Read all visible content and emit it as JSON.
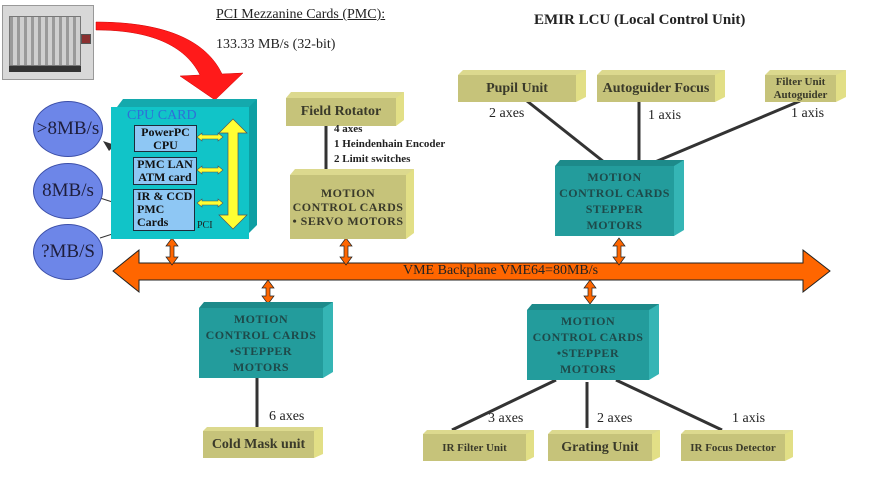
{
  "title": "EMIR LCU (Local Control Unit)",
  "pmc_header": {
    "heading": "PCI Mezzanine Cards (PMC):",
    "speed": "133.33 MB/s (32-bit)"
  },
  "rack_image": {
    "icon": "vme-rack-icon"
  },
  "cpu_card": {
    "title": "CPU CARD",
    "pci_label": "PCI",
    "modules": [
      {
        "line1": "PowerPC",
        "line2": "CPU"
      },
      {
        "line1": "PMC LAN",
        "line2": "ATM card"
      },
      {
        "line1": "IR & CCD",
        "line2": "PMC",
        "line3": "Cards"
      }
    ]
  },
  "bandwidth_bubbles": [
    {
      "label": ">8MB/s"
    },
    {
      "label": "8MB/s"
    },
    {
      "label": "?MB/S"
    }
  ],
  "backplane": {
    "label": "VME Backplane VME64=80MB/s"
  },
  "field_rotator": {
    "name": "Field Rotator",
    "details": [
      "4 axes",
      "1 Heindenhain Encoder",
      "2 Limit switches"
    ],
    "controller": {
      "line1": "MOTION",
      "line2": "CONTROL CARDS",
      "line3": "• SERVO MOTORS"
    }
  },
  "top_right_group": {
    "controller": {
      "line1": "MOTION",
      "line2": "CONTROL CARDS",
      "line3": "STEPPER",
      "line4": "MOTORS"
    },
    "units": [
      {
        "name": "Pupil Unit",
        "axes": "2 axes"
      },
      {
        "name": "Autoguider Focus",
        "axes": "1 axis"
      },
      {
        "name_line1": "Filter Unit",
        "name_line2": "Autoguider",
        "axes": "1 axis"
      }
    ]
  },
  "bottom_left_group": {
    "controller": {
      "line1": "MOTION",
      "line2": "CONTROL CARDS",
      "line3": "•STEPPER",
      "line4": "MOTORS"
    },
    "unit": {
      "name": "Cold Mask unit",
      "axes": "6 axes"
    }
  },
  "bottom_right_group": {
    "controller": {
      "line1": "MOTION",
      "line2": "CONTROL CARDS",
      "line3": "•STEPPER",
      "line4": "MOTORS"
    },
    "units": [
      {
        "name": "IR Filter Unit",
        "axes": "3 axes"
      },
      {
        "name": "Grating Unit",
        "axes": "2 axes"
      },
      {
        "name": "IR Focus Detector",
        "axes": "1 axis"
      }
    ]
  },
  "colors": {
    "olive_box": "#c6c37a",
    "teal_box": "#239c9c",
    "cpu_card": "#11c4c8",
    "bus_orange": "#ff6600",
    "yellow_bus": "#ffff33",
    "bubble_blue": "#6d86e8",
    "red_arrow": "#ff1a1a"
  }
}
